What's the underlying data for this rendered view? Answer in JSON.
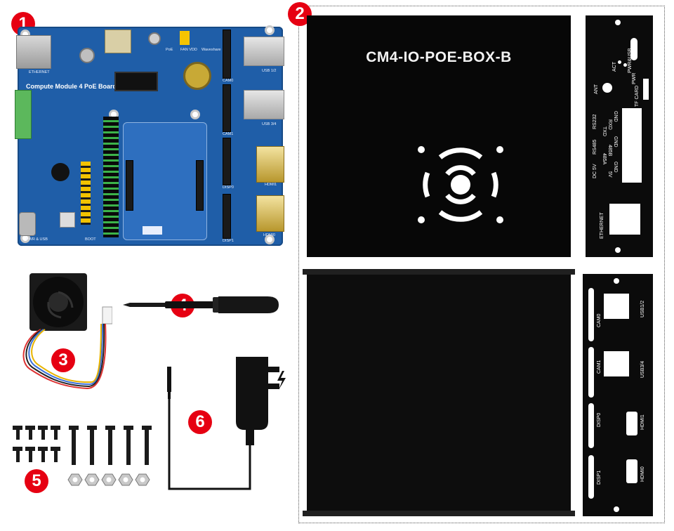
{
  "badges": {
    "b1": "1",
    "b2": "2",
    "b3": "3",
    "b4": "4",
    "b5": "5",
    "b6": "6"
  },
  "board": {
    "title": "Compute Module 4 PoE Board (B)",
    "labels": {
      "ethernet": "ETHERNET",
      "usb12": "USB 1/2",
      "usb34": "USB 3/4",
      "cam0": "CAM0",
      "cam1": "CAM1",
      "disp0": "DISP0",
      "disp1": "DISP1",
      "hdmi1": "HDMI1",
      "hdmi0": "HDMI0",
      "poe": "PoE",
      "fan_vdd": "FAN VDD",
      "pwr_usb": "PWR & USB",
      "boot": "BOOT",
      "waveshare": "Waveshare"
    }
  },
  "lid": {
    "title": "CM4-IO-POE-BOX-B"
  },
  "panel_a": {
    "labels": {
      "pwr_usb": "PWR&USB",
      "act": "ACT",
      "pwr": "PWR",
      "ant": "ANT",
      "tf_card": "TF CARD",
      "rs232": "RS232",
      "gnd1": "GND",
      "rxd": "RXD",
      "txd": "TXD",
      "rs485": "RS485",
      "gnd2": "GND",
      "p485b": "485B",
      "p485a": "485A",
      "dc5v": "DC 5V",
      "gnd3": "GND",
      "v5": "5V",
      "ethernet": "ETHERNET"
    }
  },
  "panel_b": {
    "labels": {
      "cam0": "CAM0",
      "usb12": "USB1/2",
      "cam1": "CAM1",
      "usb34": "USB3/4",
      "disp0": "DISP0",
      "hdmi1": "HDMI1",
      "disp1": "DISP1",
      "hdmi0": "HDMI0"
    }
  },
  "colors": {
    "badge": "#e60012",
    "board": "#1f5ea8",
    "case": "#070707"
  },
  "icons": [
    "fan-icon",
    "screwdriver-icon",
    "power-adapter-icon",
    "screws-icon",
    "nuts-icon",
    "vent-icon"
  ]
}
